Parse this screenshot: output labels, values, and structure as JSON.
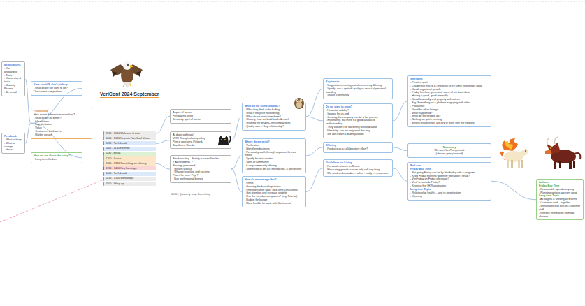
{
  "diagram": {
    "title": "VeriConf 2024 September",
    "nodes": [
      {
        "text": [
          "Expectations",
          "- Our onboarding",
          "- Tools",
          "- Ownership & tasks",
          "- Maturity Phases",
          "- Be proud"
        ]
      },
      {
        "text": [
          "Feedback",
          "- What to keep",
          "- What to change",
          "- Ideas"
        ]
      },
      {
        "text": [
          "If we could X, don't pick up",
          "- what do we not want to be?",
          "Our current competitors"
        ]
      },
      {
        "text": [
          "Positioning",
          "How do we differentiate ourselves?",
          "- what do we do better?",
          "- Alternatives",
          "- Key attributes",
          "- Value",
          "- Customers think we're",
          "- Market we are"
        ]
      },
      {
        "text": [
          "How we are about the setup?",
          "- Long-term thinkers"
        ]
      },
      {
        "text": [
          "0930 - 1000 Welcome & intro"
        ]
      },
      {
        "text": [
          "1000 - 1030 Keynote: VeriConf Vision"
        ]
      },
      {
        "text": [
          "1030 - Tech break"
        ]
      },
      {
        "text": [
          "1100 - 1130 Keynote"
        ]
      },
      {
        "text": [
          "1130 - Break"
        ]
      },
      {
        "text": [
          "1200 - Lunch"
        ]
      },
      {
        "text": [
          "1300 - 1330 Something on offering"
        ]
      },
      {
        "text": [
          "1330 - 1400 Key learnings"
        ]
      },
      {
        "text": [
          "1400 - Tech break"
        ]
      },
      {
        "text": [
          "1430 - 1500 Workshops"
        ]
      },
      {
        "text": [
          "1500 - Wrap-up"
        ]
      },
      {
        "text": [
          "A spirit of banter",
          "Fun day/no sleep",
          "Seriously spirit of banter"
        ]
      },
      {
        "text": [
          "AI dude sightings!",
          "VERI Thoughtshow/spelling",
          "Prince vouchers, Pickard, Braathens, Reeder"
        ]
      },
      {
        "text": [
          "Break exciting - Spotify is a small niche",
          "Y ALIGNMENT ?",
          "Strategy presented",
          "- Growth's goals",
          "- Why we're online and exciting",
          "Prizes for wins: Pop ❤",
          "- Buy professional brands"
        ]
      },
      {
        "text": [
          "What do we stand towards?",
          "- What they think to be fluffing",
          "- What's the price not offering",
          "- What do we want from them?",
          "- Sharing: how we build leads & reach",
          "- Winning the BRAND-ish comparisons",
          "- Quality over ... key relationship?"
        ]
      },
      {
        "text": [
          "Where do we exist?",
          "- Verification",
          "- Identifying business",
          "- Personal growth through exposure for new things",
          "- Spotify for tech events",
          "- Spirit of community",
          "- A very community offering",
          "- Something to get our energy into, a sector shift"
        ]
      },
      {
        "text": [
          "How do we manage this?",
          "- OKRs",
          "- Growing the brand/reputation",
          "- Offering/trainee flow / long-term consultants",
          "- Get attention and increase visibility",
          "- Use the member companies? (e.g. Telenor)",
          "- Budget for lounge",
          "- More flexible for work with Continental"
        ]
      },
      {
        "text": [
          "Key trends",
          "- Suggestions coming out of community & hiring",
          "- Spotify: are a spot off quality or an act of personal branding",
          "- Stay in community"
        ]
      },
      {
        "text": [
          "Do we want to grow?",
          "- Financial stability?",
          "- Spaces for us and",
          "- Growing the company can be a fun journey",
          "- Importantly, but there's a good advanced understanding",
          "- They wouldn't be too wrong to stand alone",
          "- Flexibility: can we only exist this way",
          "- We don't want a bad reputation"
        ]
      },
      {
        "text": [
          "Offering",
          "- Products as a collaboratory effort?"
        ]
      },
      {
        "text": [
          "Guidelines on Living",
          "- Personal network on Brand",
          "- Measuring growth, are we only self any thing",
          "- We need ambassadors - office - really ... responses"
        ]
      },
      {
        "text": [
          "Strengths",
          "- Positive spirit",
          "- Leadership that (e.g.) the push to try some new things away",
          "- Good, organized, people",
          "- Friday lunches, generated some of our best ideas",
          "- Having a good, good internally",
          "- Good financially and properly with extras",
          "- E.g. Something on a platform engaging with other",
          "- Productive",
          "- Good for other listings",
          "- What happened?",
          "- What do we need to do?",
          "- Nothing on quick meeting",
          "- Strong relationships are key to learn with the network"
        ]
      },
      {
        "text": [
          "Summary",
          "We want VeriThings track",
          "(cleaner going forward)"
        ]
      },
      {
        "text": [
          "Bad now",
          "Friday Boy Time",
          "- Not going Friday can be by VeriFriday with a program",
          "- Keep Friday meeting together? Breakout? setup?",
          "- VeriFriday on Friday afternoon?",
          "- VeriFun outside Friday?",
          "- Keeping the OKR application",
          "Long time Topic",
          "- Relationship health ... and re-prioritization",
          "- Opening"
        ]
      },
      {
        "text": [
          "Actions",
          "Friday Boy Time",
          "- Reasonable agenda anyway",
          "- Planning options are very good",
          "Long time Topic",
          "- All targets & working w/ Events",
          "- Customer work - together",
          "- Workshops and discuss customer stuff",
          "- Refresh information from big clusters"
        ]
      }
    ],
    "edges": [
      {
        "from": 3,
        "to": 0,
        "arrow": "none"
      },
      {
        "from": 3,
        "to": 1,
        "arrow": "none"
      },
      {
        "from": 3,
        "to": 2,
        "arrow": "none"
      },
      {
        "from": 3,
        "to": 4,
        "arrow": "none"
      },
      {
        "from": 5,
        "to": 16,
        "arrow": "none"
      },
      {
        "from": 7,
        "to": 17,
        "arrow": "none"
      },
      {
        "from": 11,
        "to": 18,
        "arrow": "none"
      },
      {
        "from": 17,
        "to": 19,
        "arrow": "none"
      },
      {
        "from": 18,
        "to": 20,
        "arrow": "none"
      },
      {
        "from": 18,
        "to": 21,
        "arrow": "none"
      },
      {
        "from": 19,
        "to": 22,
        "arrow": "none"
      },
      {
        "from": 19,
        "to": 23,
        "arrow": "none"
      },
      {
        "from": 20,
        "to": 24,
        "arrow": "none"
      },
      {
        "from": 21,
        "to": 25,
        "arrow": "none"
      },
      {
        "from": 23,
        "to": 26,
        "arrow": "none"
      },
      {
        "from": 24,
        "to": 27,
        "arrow": "none"
      },
      {
        "from": 25,
        "to": 28,
        "arrow": "none"
      },
      {
        "from": 28,
        "to": 29,
        "arrow": "none"
      }
    ],
    "labels": [
      "1530 - Quarterly wrap Something"
    ]
  }
}
